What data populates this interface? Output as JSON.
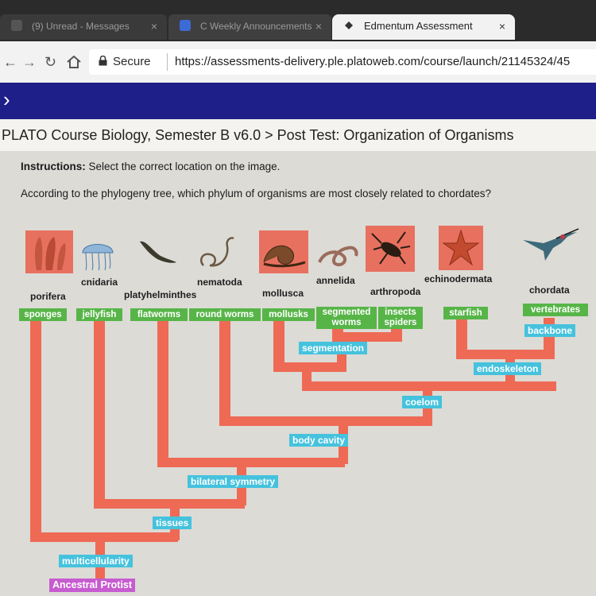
{
  "browser": {
    "tabs": [
      {
        "label": "(9) Unread  - Messages",
        "active": false
      },
      {
        "label": "C  Weekly Announcements",
        "active": false
      },
      {
        "label": "Edmentum Assessment",
        "active": true
      }
    ],
    "secure_label": "Secure",
    "url": "https://assessments-delivery.ple.platoweb.com/course/launch/21145324/45"
  },
  "course": {
    "breadcrumb": "PLATO Course Biology, Semester B v6.0 > Post Test: Organization of Organisms"
  },
  "question": {
    "instructions_label": "Instructions:",
    "instructions_text": "Select the correct location on the image.",
    "prompt": "According to the phylogeny tree, which phylum of organisms are most closely related to chordates?"
  },
  "tree": {
    "phyla": {
      "porifera": "porifera",
      "cnidaria": "cnidaria",
      "platyhelminthes": "platyhelminthes",
      "nematoda": "nematoda",
      "mollusca": "mollusca",
      "annelida": "annelida",
      "arthropoda": "arthropoda",
      "echinodermata": "echinodermata",
      "chordata": "chordata"
    },
    "examples": {
      "sponges": "sponges",
      "jellyfish": "jellyfish",
      "flatworms": "flatworms",
      "round_worms": "round worms",
      "mollusks": "mollusks",
      "segmented_worms": "segmented worms",
      "insects_spiders": "insects spiders",
      "starfish": "starfish",
      "vertebrates": "vertebrates"
    },
    "traits": {
      "backbone": "backbone",
      "segmentation": "segmentation",
      "endoskeleton": "endoskeleton",
      "coelom": "coelom",
      "body_cavity": "body cavity",
      "bilateral_symmetry": "bilateral symmetry",
      "tissues": "tissues",
      "multicellularity": "multicellularity"
    },
    "root": "Ancestral Protist",
    "colors": {
      "branch": "#ee6a55",
      "example_box": "#57b548",
      "trait_box": "#45c2dd",
      "root_box": "#c75bd0",
      "image_highlight": "#e8705f"
    }
  }
}
